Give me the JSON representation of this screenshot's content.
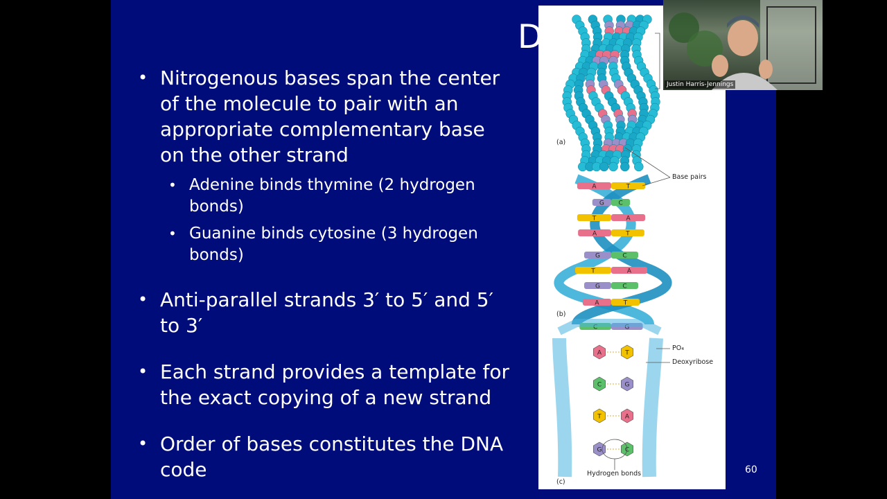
{
  "slide": {
    "title": "DNA",
    "bullets": [
      "Nitrogenous bases span the center of the molecule to pair with an appropriate complementary base on the other strand",
      "Anti-parallel strands 3′ to 5′ and 5′ to 3′",
      "Each strand provides a template for the exact copying of a new strand",
      "Order of bases constitutes the DNA code"
    ],
    "sub_bullets": [
      "Adenine binds thymine (2 hydrogen bonds)",
      "Guanine binds cytosine (3 hydrogen bonds)"
    ],
    "page_number": "60"
  },
  "figure": {
    "panel_a": "(a)",
    "panel_b": "(b)",
    "panel_c": "(c)",
    "base_pairs_label": "Base pairs",
    "po4_label": "PO₄",
    "deoxyribose_label": "Deoxyribose",
    "hydrogen_bonds_label": "Hydrogen bonds",
    "helix_pairs": [
      {
        "l": "A",
        "r": "T"
      },
      {
        "l": "G",
        "r": "C"
      },
      {
        "l": "T",
        "r": "A"
      },
      {
        "l": "A",
        "r": "T"
      },
      {
        "l": "G",
        "r": "C"
      },
      {
        "l": "T",
        "r": "A"
      },
      {
        "l": "G",
        "r": "C"
      },
      {
        "l": "A",
        "r": "T"
      },
      {
        "l": "C",
        "r": "G"
      }
    ],
    "ring_pairs": [
      {
        "l": "A",
        "r": "T"
      },
      {
        "l": "C",
        "r": "G"
      },
      {
        "l": "T",
        "r": "A"
      },
      {
        "l": "G",
        "r": "C"
      }
    ]
  },
  "video": {
    "participant_name": "Justin Harris-Jennings"
  },
  "colors": {
    "slide_bg": "#000c7a",
    "A": "#e8708a",
    "T": "#f2c200",
    "G": "#9a8fc8",
    "C": "#5cbf6a"
  }
}
